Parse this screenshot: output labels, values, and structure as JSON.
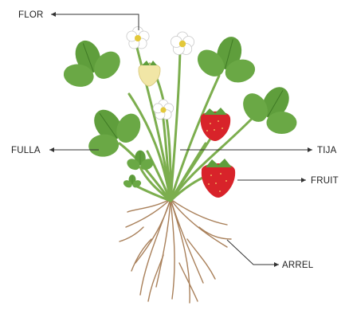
{
  "labels": {
    "flower": "FLOR",
    "leaf": "FULLA",
    "stem": "TIJA",
    "fruit": "FRUIT",
    "root": "ARREL"
  },
  "colors": {
    "leaf": "#5f9e3c",
    "leaf_vein": "#3f7a25",
    "stem": "#7cae4e",
    "fruit_red": "#d8232a",
    "fruit_unripe": "#f1e6a6",
    "root": "#a9805a",
    "petal": "#ffffff",
    "flower_center": "#e3c83a",
    "pointer": "#333333"
  }
}
